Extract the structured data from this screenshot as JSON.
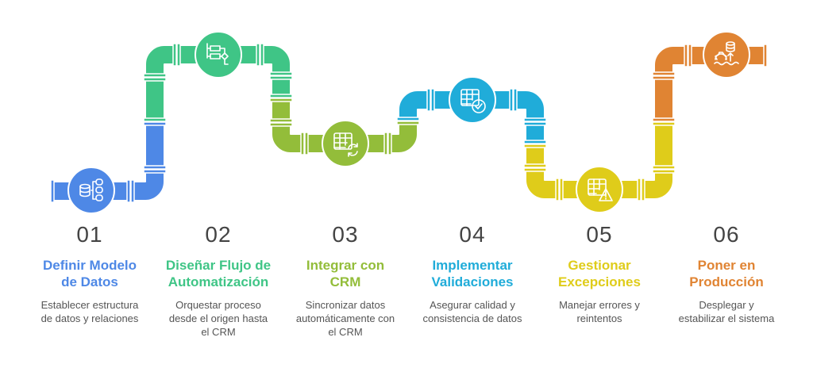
{
  "steps": [
    {
      "number": "01",
      "title": "Definir Modelo de Datos",
      "description": "Establecer estructura de datos y relaciones",
      "color": "#4e88e6",
      "icon": "database-schema-icon"
    },
    {
      "number": "02",
      "title": "Diseñar Flujo de Automatización",
      "description": "Orquestar proceso desde el origen hasta el CRM",
      "color": "#3fc586",
      "icon": "workflow-diagram-icon"
    },
    {
      "number": "03",
      "title": "Integrar con CRM",
      "description": "Sincronizar datos automáticamente con el CRM",
      "color": "#93bd3a",
      "icon": "table-sync-icon"
    },
    {
      "number": "04",
      "title": "Implementar Validaciones",
      "description": "Asegurar calidad y consistencia de datos",
      "color": "#20acd9",
      "icon": "table-check-icon"
    },
    {
      "number": "05",
      "title": "Gestionar Excepciones",
      "description": "Manejar errores y reintentos",
      "color": "#dfcc1a",
      "icon": "table-warning-icon"
    },
    {
      "number": "06",
      "title": "Poner en Producción",
      "description": "Desplegar y estabilizar el sistema",
      "color": "#e08433",
      "icon": "deploy-database-icon"
    }
  ]
}
